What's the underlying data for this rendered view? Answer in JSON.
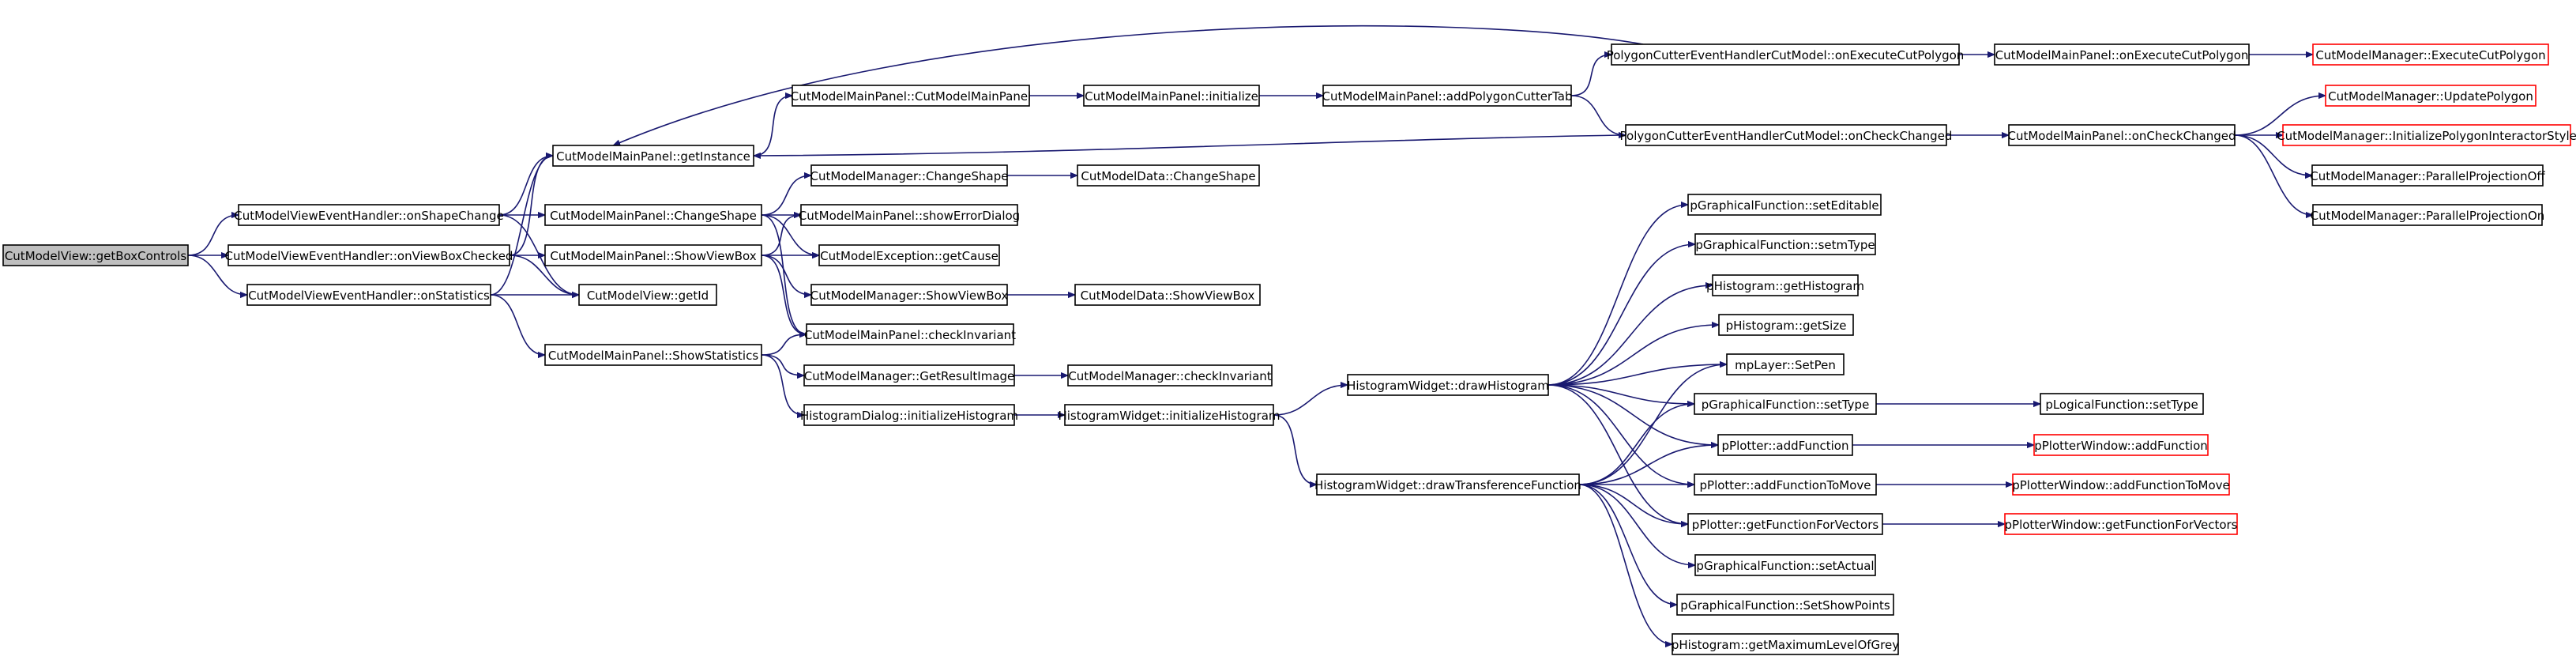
{
  "diagram": {
    "type": "call-graph",
    "nodes": [
      {
        "id": "getBoxControls",
        "label": "CutModelView::getBoxControls"
      },
      {
        "id": "onShapeChange",
        "label": "CutModelViewEventHandler::onShapeChange"
      },
      {
        "id": "onViewBoxChecked",
        "label": "CutModelViewEventHandler::onViewBoxChecked"
      },
      {
        "id": "onStatistics",
        "label": "CutModelViewEventHandler::onStatistics"
      },
      {
        "id": "getInstance",
        "label": "CutModelMainPanel::getInstance"
      },
      {
        "id": "mpChangeShape",
        "label": "CutModelMainPanel::ChangeShape"
      },
      {
        "id": "mpShowViewBox",
        "label": "CutModelMainPanel::ShowViewBox"
      },
      {
        "id": "getId",
        "label": "CutModelView::getId"
      },
      {
        "id": "showStatistics",
        "label": "CutModelMainPanel::ShowStatistics"
      },
      {
        "id": "mpConstructor",
        "label": "CutModelMainPanel::CutModelMainPanel"
      },
      {
        "id": "mpInitialize",
        "label": "CutModelMainPanel::initialize"
      },
      {
        "id": "addPolygonCutterTab",
        "label": "CutModelMainPanel::addPolygonCutterTab"
      },
      {
        "id": "pcOnExecute",
        "label": "PolygonCutterEventHandlerCutModel::onExecuteCutPolygon"
      },
      {
        "id": "pcOnCheck",
        "label": "PolygonCutterEventHandlerCutModel::onCheckChanged"
      },
      {
        "id": "mpOnExecute",
        "label": "CutModelMainPanel::onExecuteCutPolygon"
      },
      {
        "id": "mpOnCheck",
        "label": "CutModelMainPanel::onCheckChanged"
      },
      {
        "id": "mgrExecute",
        "label": "CutModelManager::ExecuteCutPolygon"
      },
      {
        "id": "mgrUpdatePolygon",
        "label": "CutModelManager::UpdatePolygon"
      },
      {
        "id": "mgrInitStyle",
        "label": "CutModelManager::InitializePolygonInteractorStyle"
      },
      {
        "id": "mgrParOff",
        "label": "CutModelManager::ParallelProjectionOff"
      },
      {
        "id": "mgrParOn",
        "label": "CutModelManager::ParallelProjectionOn"
      },
      {
        "id": "mgrChangeShape",
        "label": "CutModelManager::ChangeShape"
      },
      {
        "id": "dataChangeShape",
        "label": "CutModelData::ChangeShape"
      },
      {
        "id": "showErrorDialog",
        "label": "CutModelMainPanel::showErrorDialog"
      },
      {
        "id": "getCause",
        "label": "CutModelException::getCause"
      },
      {
        "id": "mgrShowViewBox",
        "label": "CutModelManager::ShowViewBox"
      },
      {
        "id": "dataShowViewBox",
        "label": "CutModelData::ShowViewBox"
      },
      {
        "id": "checkInvariant",
        "label": "CutModelMainPanel::checkInvariant"
      },
      {
        "id": "getResultImage",
        "label": "CutModelManager::GetResultImage"
      },
      {
        "id": "mgrCheckInvariant",
        "label": "CutModelManager::checkInvariant"
      },
      {
        "id": "initHistDialog",
        "label": "HistogramDialog::initializeHistogram"
      },
      {
        "id": "initHistWidget",
        "label": "HistogramWidget::initializeHistogram"
      },
      {
        "id": "drawHistogram",
        "label": "HistogramWidget::drawHistogram"
      },
      {
        "id": "drawTransference",
        "label": "HistogramWidget::drawTransferenceFunction"
      },
      {
        "id": "setEditable",
        "label": "pGraphicalFunction::setEditable"
      },
      {
        "id": "setmType",
        "label": "pGraphicalFunction::setmType"
      },
      {
        "id": "getHistogram",
        "label": "pHistogram::getHistogram"
      },
      {
        "id": "getSize",
        "label": "pHistogram::getSize"
      },
      {
        "id": "setPen",
        "label": "mpLayer::SetPen"
      },
      {
        "id": "gfSetType",
        "label": "pGraphicalFunction::setType"
      },
      {
        "id": "lfSetType",
        "label": "pLogicalFunction::setType"
      },
      {
        "id": "addFunction",
        "label": "pPlotter::addFunction"
      },
      {
        "id": "pwAddFunction",
        "label": "pPlotterWindow::addFunction"
      },
      {
        "id": "addFunctionToMove",
        "label": "pPlotter::addFunctionToMove"
      },
      {
        "id": "pwAddFunctionToMove",
        "label": "pPlotterWindow::addFunctionToMove"
      },
      {
        "id": "getFunctionForVectors",
        "label": "pPlotter::getFunctionForVectors"
      },
      {
        "id": "pwGetFunctionForVectors",
        "label": "pPlotterWindow::getFunctionForVectors"
      },
      {
        "id": "setActual",
        "label": "pGraphicalFunction::setActual"
      },
      {
        "id": "setShowPoints",
        "label": "pGraphicalFunction::SetShowPoints"
      },
      {
        "id": "getMaxGrey",
        "label": "pHistogram::getMaximumLevelOfGrey"
      }
    ],
    "edges": [
      [
        "getBoxControls",
        "onShapeChange"
      ],
      [
        "getBoxControls",
        "onViewBoxChecked"
      ],
      [
        "getBoxControls",
        "onStatistics"
      ],
      [
        "onShapeChange",
        "getInstance"
      ],
      [
        "onShapeChange",
        "mpChangeShape"
      ],
      [
        "onShapeChange",
        "getId"
      ],
      [
        "onViewBoxChecked",
        "getInstance"
      ],
      [
        "onViewBoxChecked",
        "mpShowViewBox"
      ],
      [
        "onViewBoxChecked",
        "getId"
      ],
      [
        "onStatistics",
        "getInstance"
      ],
      [
        "onStatistics",
        "getId"
      ],
      [
        "onStatistics",
        "showStatistics"
      ],
      [
        "getInstance",
        "mpConstructor"
      ],
      [
        "mpConstructor",
        "mpInitialize"
      ],
      [
        "mpInitialize",
        "addPolygonCutterTab"
      ],
      [
        "addPolygonCutterTab",
        "pcOnExecute"
      ],
      [
        "addPolygonCutterTab",
        "pcOnCheck"
      ],
      [
        "pcOnExecute",
        "getInstance"
      ],
      [
        "pcOnExecute",
        "mpOnExecute"
      ],
      [
        "mpOnExecute",
        "mgrExecute"
      ],
      [
        "pcOnCheck",
        "getInstance"
      ],
      [
        "pcOnCheck",
        "mpOnCheck"
      ],
      [
        "mpOnCheck",
        "mgrUpdatePolygon"
      ],
      [
        "mpOnCheck",
        "mgrInitStyle"
      ],
      [
        "mpOnCheck",
        "mgrParOff"
      ],
      [
        "mpOnCheck",
        "mgrParOn"
      ],
      [
        "mpChangeShape",
        "mgrChangeShape"
      ],
      [
        "mpChangeShape",
        "showErrorDialog"
      ],
      [
        "mpChangeShape",
        "getCause"
      ],
      [
        "mpChangeShape",
        "checkInvariant"
      ],
      [
        "mgrChangeShape",
        "dataChangeShape"
      ],
      [
        "mpShowViewBox",
        "showErrorDialog"
      ],
      [
        "mpShowViewBox",
        "getCause"
      ],
      [
        "mpShowViewBox",
        "mgrShowViewBox"
      ],
      [
        "mpShowViewBox",
        "checkInvariant"
      ],
      [
        "mgrShowViewBox",
        "dataShowViewBox"
      ],
      [
        "showStatistics",
        "checkInvariant"
      ],
      [
        "showStatistics",
        "getResultImage"
      ],
      [
        "showStatistics",
        "initHistDialog"
      ],
      [
        "getResultImage",
        "mgrCheckInvariant"
      ],
      [
        "initHistDialog",
        "initHistWidget"
      ],
      [
        "initHistWidget",
        "drawHistogram"
      ],
      [
        "initHistWidget",
        "drawTransference"
      ],
      [
        "drawHistogram",
        "setEditable"
      ],
      [
        "drawHistogram",
        "setmType"
      ],
      [
        "drawHistogram",
        "getHistogram"
      ],
      [
        "drawHistogram",
        "getSize"
      ],
      [
        "drawHistogram",
        "setPen"
      ],
      [
        "drawHistogram",
        "gfSetType"
      ],
      [
        "drawHistogram",
        "addFunction"
      ],
      [
        "drawHistogram",
        "addFunctionToMove"
      ],
      [
        "drawHistogram",
        "getFunctionForVectors"
      ],
      [
        "drawTransference",
        "setPen"
      ],
      [
        "drawTransference",
        "gfSetType"
      ],
      [
        "drawTransference",
        "addFunction"
      ],
      [
        "drawTransference",
        "addFunctionToMove"
      ],
      [
        "drawTransference",
        "getFunctionForVectors"
      ],
      [
        "drawTransference",
        "setActual"
      ],
      [
        "drawTransference",
        "setShowPoints"
      ],
      [
        "drawTransference",
        "getMaxGrey"
      ],
      [
        "gfSetType",
        "lfSetType"
      ],
      [
        "addFunction",
        "pwAddFunction"
      ],
      [
        "addFunctionToMove",
        "pwAddFunctionToMove"
      ],
      [
        "getFunctionForVectors",
        "pwGetFunctionForVectors"
      ]
    ],
    "colors": {
      "edge": "#191970",
      "node_border": "#000000",
      "external_border": "#ff0000",
      "root_fill": "#bfbfbf",
      "node_fill": "#ffffff"
    }
  }
}
